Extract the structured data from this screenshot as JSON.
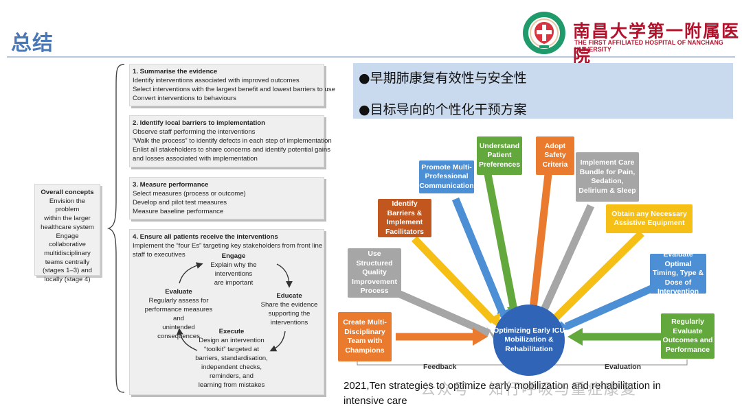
{
  "slide": {
    "title": "总结"
  },
  "logo": {
    "cn": "南昌大学第一附属医院",
    "en": "THE FIRST AFFILIATED HOSPITAL OF NANCHANG UNIVERSITY",
    "seal_color": "#1f9a6a"
  },
  "framework": {
    "overall": {
      "heading": "Overall concepts",
      "lines": [
        "Envision the problem",
        "within the larger",
        "healthcare system",
        "Engage collaborative",
        "multidisciplinary",
        "teams centrally",
        "(stages 1–3) and",
        "locally (stage 4)"
      ]
    },
    "step1": {
      "heading": "1. Summarise the evidence",
      "lines": [
        "Identify interventions associated with improved outcomes",
        "Select interventions with the largest benefit and lowest barriers to use",
        "Convert interventions to behaviours"
      ]
    },
    "step2": {
      "heading": "2. Identify local barriers to implementation",
      "lines": [
        "Observe staff performing the interventions",
        "“Walk the process” to identify defects in each step of implementation",
        "Enlist all stakeholders to share concerns and identify potential gains",
        "and losses associated with implementation"
      ]
    },
    "step3": {
      "heading": "3. Measure performance",
      "lines": [
        "Select measures (process or outcome)",
        "Develop and pilot test measures",
        "Measure baseline performance"
      ]
    },
    "step4": {
      "heading": "4. Ensure all patients receive the interventions",
      "lines": [
        "Implement the “four Es” targeting key stakeholders from front line",
        "staff to executives"
      ],
      "engage": {
        "heading": "Engage",
        "lines": [
          "Explain why the",
          "interventions",
          "are important"
        ]
      },
      "educate": {
        "heading": "Educate",
        "lines": [
          "Share the evidence",
          "supporting the",
          "interventions"
        ]
      },
      "execute": {
        "heading": "Execute",
        "lines": [
          "Design an intervention",
          "“toolkit” targeted at",
          "barriers, standardisation,",
          "independent checks,",
          "reminders, and",
          "learning from mistakes"
        ]
      },
      "evaluate": {
        "heading": "Evaluate",
        "lines": [
          "Regularly assess for",
          "performance measures and",
          "unintended consequences"
        ]
      }
    }
  },
  "bullets": {
    "b1": "●早期肺康复有效性与安全性",
    "b2": "●目标导向的个性化干预方案"
  },
  "strategies": {
    "center": "Optimizing Early ICU Mobilization & Rehabilitation",
    "s1": "Create Multi-Disciplinary Team with Champions",
    "s2": "Use Structured Quality Improvement Process",
    "s3": "Identify Barriers & Implement Facilitators",
    "s4": "Promote Multi-Professional Communication",
    "s5": "Understand Patient Preferences",
    "s6": "Adopt Safety Criteria",
    "s7": "Implement Care Bundle for Pain, Sedation, Delirium & Sleep",
    "s8": "Obtain any Necessary Assistive Equipment",
    "s9": "Evaluate Optimal Timing, Type & Dose of Intervention",
    "s10": "Regularly Evaluate Outcomes and Performance",
    "feedback": "Feedback",
    "evaluation": "Evaluation",
    "colors": {
      "gray": "#a6a6a6",
      "orange": "#ea7b2e",
      "blue": "#4c8fd4",
      "green": "#62a83c",
      "yellow": "#f5bf16",
      "center": "#2f64b7"
    }
  },
  "citation": "2021,Ten strategies to optimize early mobilization and rehabilitation in intensive care",
  "watermark": "公众号 · 知行呼吸与重症康复"
}
